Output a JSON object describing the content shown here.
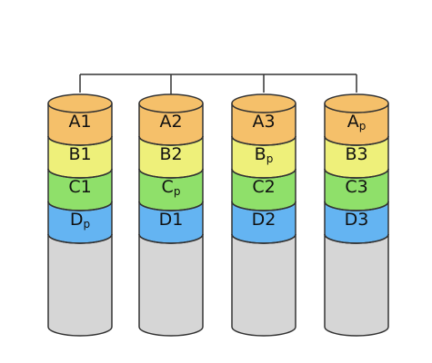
{
  "colors": {
    "orange": "#f5c06a",
    "yellow": "#eef07a",
    "green": "#8fe06a",
    "blue": "#64b4f2",
    "gray": "#d6d6d6",
    "stroke": "#333333"
  },
  "disks": [
    {
      "blocks": [
        {
          "main": "A1",
          "sub": "",
          "color": "orange"
        },
        {
          "main": "B1",
          "sub": "",
          "color": "yellow"
        },
        {
          "main": "C1",
          "sub": "",
          "color": "green"
        },
        {
          "main": "D",
          "sub": "p",
          "color": "blue"
        }
      ]
    },
    {
      "blocks": [
        {
          "main": "A2",
          "sub": "",
          "color": "orange"
        },
        {
          "main": "B2",
          "sub": "",
          "color": "yellow"
        },
        {
          "main": "C",
          "sub": "p",
          "color": "green"
        },
        {
          "main": "D1",
          "sub": "",
          "color": "blue"
        }
      ]
    },
    {
      "blocks": [
        {
          "main": "A3",
          "sub": "",
          "color": "orange"
        },
        {
          "main": "B",
          "sub": "p",
          "color": "yellow"
        },
        {
          "main": "C2",
          "sub": "",
          "color": "green"
        },
        {
          "main": "D2",
          "sub": "",
          "color": "blue"
        }
      ]
    },
    {
      "blocks": [
        {
          "main": "A",
          "sub": "p",
          "color": "orange"
        },
        {
          "main": "B3",
          "sub": "",
          "color": "yellow"
        },
        {
          "main": "C3",
          "sub": "",
          "color": "green"
        },
        {
          "main": "D3",
          "sub": "",
          "color": "blue"
        }
      ]
    }
  ]
}
